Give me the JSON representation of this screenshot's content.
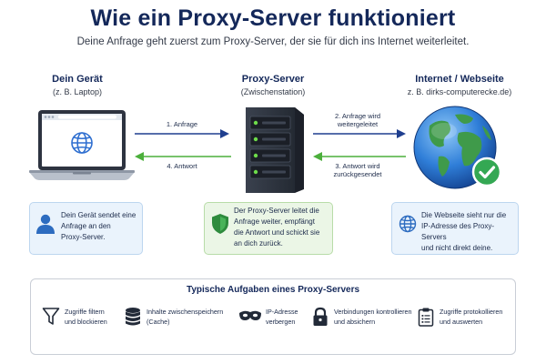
{
  "header": {
    "title": "Wie ein Proxy-Server funktioniert",
    "subtitle": "Deine Anfrage geht zuerst zum Proxy-Server, der sie für dich ins Internet weiterleitet."
  },
  "nodes": {
    "device": {
      "title": "Dein Gerät",
      "subtitle": "(z. B. Laptop)"
    },
    "proxy": {
      "title": "Proxy-Server",
      "subtitle": "(Zwischenstation)"
    },
    "internet": {
      "title": "Internet / Webseite",
      "subtitle": "z. B. dirks-computerecke.de)"
    }
  },
  "arrows": {
    "request": "1. Anfrage",
    "forwarded_line1": "2. Anfrage wird",
    "forwarded_line2": "weitergeleitet",
    "reply_back_line1": "3. Antwort wird",
    "reply_back_line2": "zurückgesendet",
    "reply": "4. Antwort"
  },
  "info": {
    "device": [
      "Dein Gerät sendet eine",
      "Anfrage an den",
      "Proxy-Server."
    ],
    "proxy": [
      "Der Proxy-Server leitet die",
      "Anfrage weiter, empfängt",
      "die Antwort und schickt sie",
      "an dich zurück."
    ],
    "internet": [
      "Die Webseite sieht nur die",
      "IP-Adresse des Proxy-Servers",
      "und nicht direkt deine."
    ]
  },
  "tasks": {
    "title": "Typische Aufgaben eines Proxy-Servers",
    "items": [
      {
        "icon": "filter-icon",
        "line1": "Zugriffe filtern",
        "line2": "und blockieren"
      },
      {
        "icon": "database-icon",
        "line1": "Inhalte zwischenspeichern",
        "line2": "(Cache)"
      },
      {
        "icon": "mask-icon",
        "line1": "IP-Adresse",
        "line2": "verbergen"
      },
      {
        "icon": "lock-icon",
        "line1": "Verbindungen kontrollieren",
        "line2": "und absichern"
      },
      {
        "icon": "clipboard-icon",
        "line1": "Zugriffe protokollieren",
        "line2": "und auswerten"
      }
    ]
  },
  "colors": {
    "navy": "#14285a",
    "arrow_blue": "#1f3f8f",
    "arrow_green": "#4caf3c",
    "info_blue_bg": "#eaf3fc",
    "info_green_bg": "#ebf6e6",
    "check_green": "#34a853"
  }
}
